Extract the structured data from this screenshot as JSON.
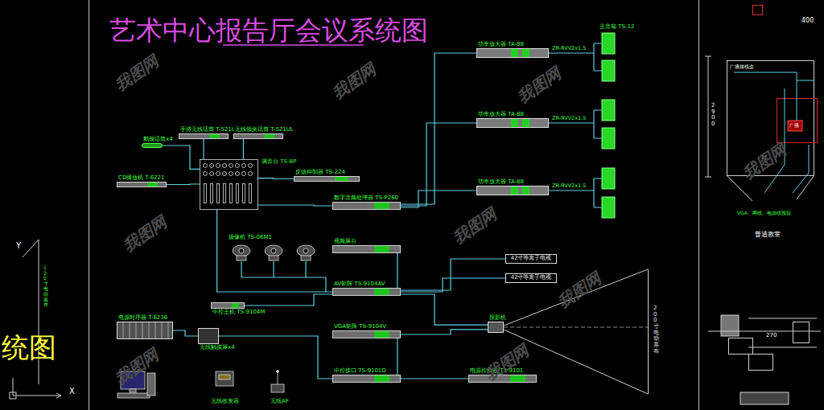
{
  "diagram": {
    "title": "艺术中心报告厅会议系统图",
    "nodes": [
      {
        "text": [
          "手持无线话筒 T-521UH"
        ]
      },
      {
        "text": [
          "无线领夹话筒 T-521UL"
        ]
      },
      {
        "text": [
          "调音台 TS-8P"
        ]
      },
      {
        "text": [
          "鹅颈话筒x4"
        ]
      },
      {
        "text": [
          "CD播放机 T-6221"
        ]
      },
      {
        "text": [
          "反馈抑制器 TS-224"
        ]
      },
      {
        "text": [
          "数字音频处理器 TS-P260"
        ]
      },
      {
        "text": [
          "功率放大器 TA-88"
        ]
      },
      {
        "text": [
          "功率放大器 TA-88"
        ]
      },
      {
        "text": [
          "功率放大器 TA-88"
        ]
      },
      {
        "text": [
          "视频展台"
        ]
      },
      {
        "text": [
          "AV矩阵 TS-9104AV"
        ]
      },
      {
        "text": [
          "42寸等离子电视"
        ]
      },
      {
        "text": [
          "42寸等离子电视"
        ]
      },
      {
        "text": [
          "中控主机 TS-9104M"
        ]
      },
      {
        "text": [
          "VGA矩阵 TS-9104V"
        ]
      },
      {
        "text": [
          "投影机"
        ]
      },
      {
        "text": [
          "电源时序器 T-6236"
        ]
      },
      {
        "text": [
          "无线触摸屏x4"
        ]
      },
      {
        "text": [
          "中控接口 TS-9101D"
        ]
      },
      {
        "text": [
          "电源控制器 TS-9101"
        ]
      }
    ],
    "edges": [
      {
        "from": 0,
        "to": 2,
        "arrow": "none"
      },
      {
        "from": 1,
        "to": 2,
        "arrow": "none"
      },
      {
        "from": 3,
        "to": 2,
        "arrow": "none"
      },
      {
        "from": 4,
        "to": 2,
        "arrow": "none"
      },
      {
        "from": 2,
        "to": 5,
        "arrow": "none"
      },
      {
        "from": 2,
        "to": 6,
        "arrow": "none"
      },
      {
        "from": 6,
        "to": 7,
        "arrow": "none"
      },
      {
        "from": 6,
        "to": 8,
        "arrow": "none"
      },
      {
        "from": 6,
        "to": 9,
        "arrow": "none"
      },
      {
        "from": 2,
        "to": 11,
        "arrow": "none"
      },
      {
        "from": 11,
        "to": 12,
        "arrow": "none"
      },
      {
        "from": 11,
        "to": 13,
        "arrow": "none"
      },
      {
        "from": 11,
        "to": 16,
        "arrow": "none"
      },
      {
        "from": 15,
        "to": 16,
        "arrow": "none"
      },
      {
        "from": 14,
        "to": 11,
        "arrow": "none"
      },
      {
        "from": 10,
        "to": 11,
        "arrow": "none"
      },
      {
        "from": 18,
        "to": 19,
        "arrow": "none"
      },
      {
        "from": 19,
        "to": 20,
        "arrow": "none"
      },
      {
        "from": 17,
        "to": 18,
        "arrow": "none"
      },
      {
        "from": 15,
        "to": 19,
        "arrow": "none"
      }
    ],
    "labels": [
      "ZR-RVV2x1.5",
      "ZR-RVV2x1.5",
      "ZR-RVV2x1.5",
      "主音箱 TS-12",
      "摄像机 TS-06M1",
      "200寸电动幕布",
      "无线收发器",
      "无线AP",
      "统图",
      "Y",
      "X",
      "120寸电动幕布",
      "广播接线盒",
      "2900",
      "广播",
      "VGA、网线、电源线预留",
      "普通教室",
      "400",
      "270",
      "我图网",
      "我图网",
      "我图网",
      "我图网",
      "我图网",
      "我图网",
      "我图网",
      "我图网",
      "我图网"
    ]
  }
}
